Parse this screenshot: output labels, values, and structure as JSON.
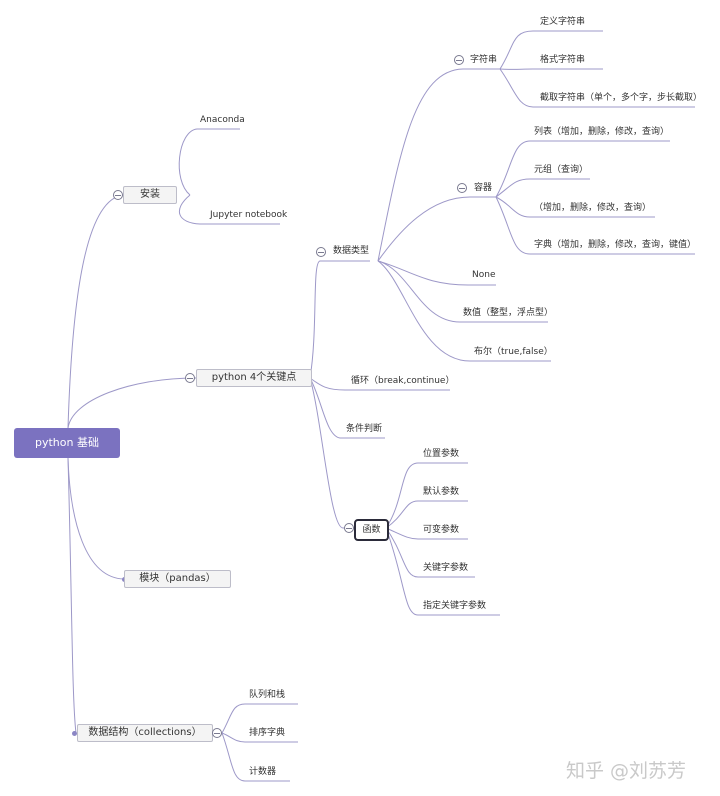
{
  "root": "python 基础",
  "install": {
    "label": "安装",
    "children": [
      "Anaconda",
      "Jupyter notebook"
    ]
  },
  "keypoints": {
    "label": "python 4个关键点",
    "datatypes": {
      "label": "数据类型",
      "string": {
        "label": "字符串",
        "children": [
          "定义字符串",
          "格式字符串",
          "截取字符串（单个，多个字，步长截取）"
        ]
      },
      "container": {
        "label": "容器",
        "children": [
          "列表（增加，删除，修改，查询）",
          "元组（查询）",
          "（增加，删除，修改，查询）",
          "字典（增加，删除，修改，查询，键值）"
        ]
      },
      "others": [
        "None",
        "数值（整型，浮点型）",
        "布尔（true,false）"
      ]
    },
    "loop": "循环（break,continue）",
    "condition": "条件判断",
    "function": {
      "label": "函数",
      "children": [
        "位置参数",
        "默认参数",
        "可变参数",
        "关键字参数",
        "指定关键字参数"
      ]
    }
  },
  "module": "模块（pandas）",
  "collections": {
    "label": "数据结构（collections）",
    "children": [
      "队列和栈",
      "排序字典",
      "计数器"
    ]
  },
  "watermark": "知乎 @刘苏芳"
}
